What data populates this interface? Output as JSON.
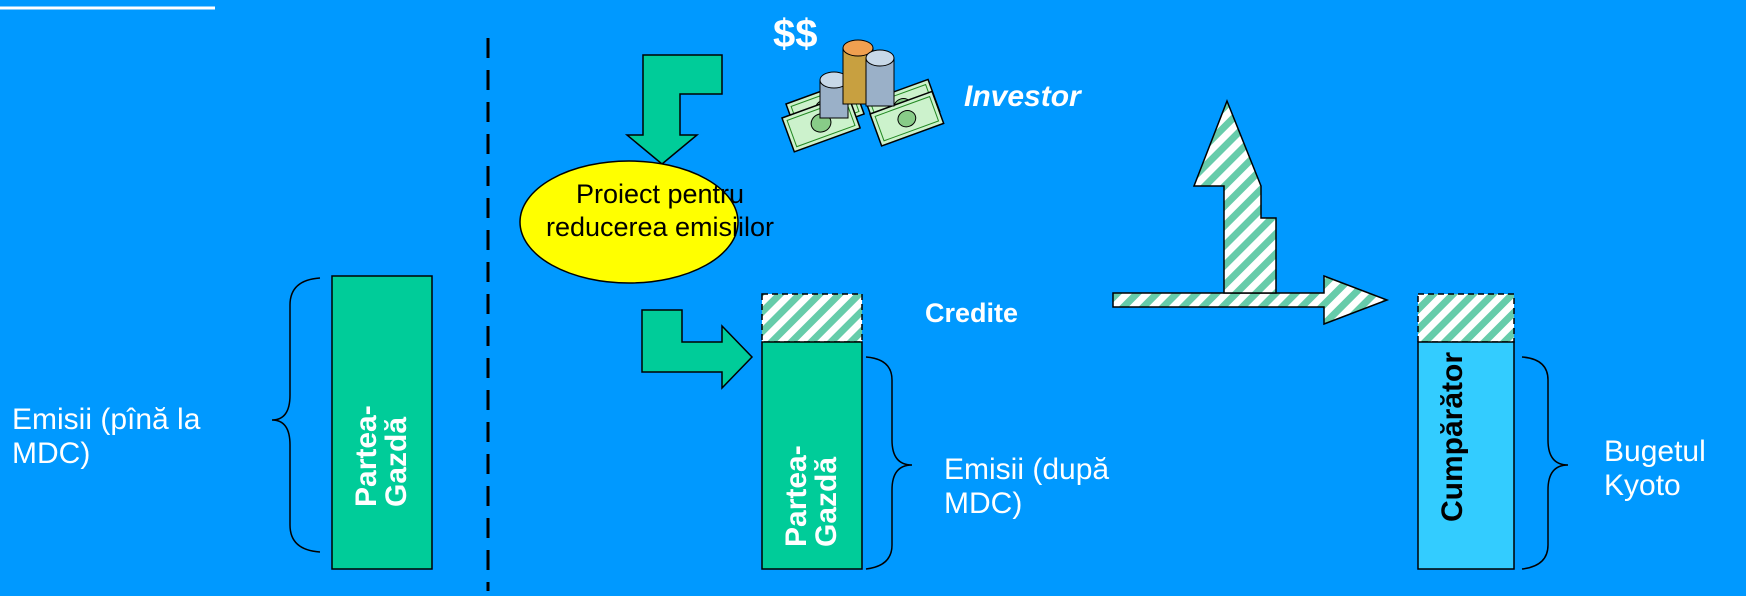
{
  "money_symbol": "$$",
  "investor": "Investor",
  "project": {
    "line1": "Proiect pentru",
    "line2": "reducerea emisiilor"
  },
  "credits": "Credite",
  "host_left": {
    "line1": "Partea-",
    "line2": "Gazdă"
  },
  "host_right": {
    "line1": "Partea-",
    "line2": "Gazdă"
  },
  "buyer": "Cumpărător",
  "emissions_before": {
    "line1": "Emisii (pînă la",
    "line2": "MDC)"
  },
  "emissions_after": {
    "line1": "Emisii (după",
    "line2": "MDC)"
  },
  "kyoto_budget": {
    "line1": "Bugetul",
    "line2": "Kyoto"
  },
  "colors": {
    "background": "#0099ff",
    "host_bar": "#00cc99",
    "buyer_bar": "#33ccff",
    "project_oval": "#ffff00",
    "stripe": "#66ccaa",
    "text": "#ffffff"
  }
}
